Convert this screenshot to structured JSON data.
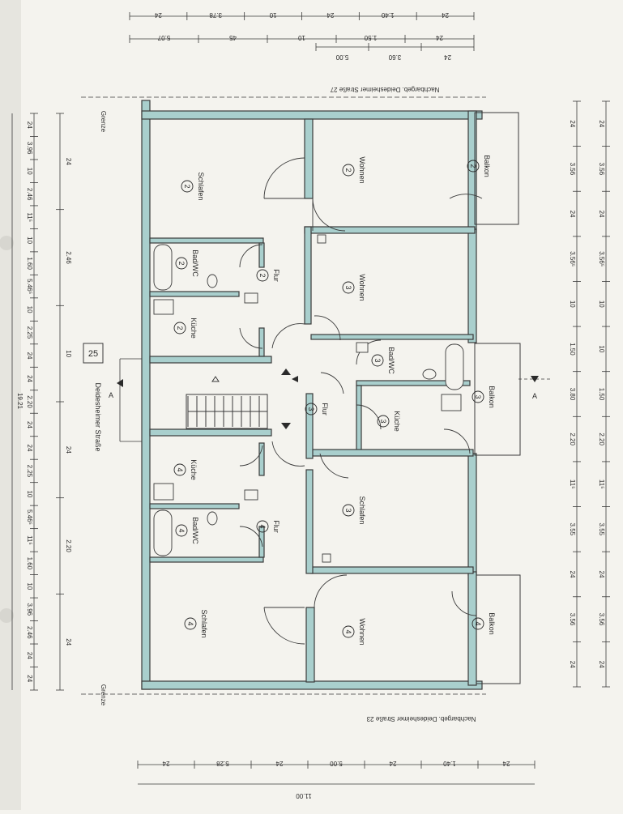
{
  "plan": {
    "sheet_number": "25",
    "street": "Deidesheimer Straße",
    "section_marker": "A",
    "neighbor_top": "Nachbargeb. Deidesheimer Straße 27",
    "neighbor_bottom": "Nachbargeb. Deidesheimer Straße 23",
    "boundary_label": "Grenze",
    "wall_color": "#a9cfcd",
    "paper_color": "#f4f3ee"
  },
  "rooms": [
    {
      "name": "Schlafen",
      "unit": "2"
    },
    {
      "name": "Wohnen",
      "unit": "2"
    },
    {
      "name": "Balkon",
      "unit": "2"
    },
    {
      "name": "Bad/WC",
      "unit": "2"
    },
    {
      "name": "Flur",
      "unit": "2"
    },
    {
      "name": "Wohnen",
      "unit": "3"
    },
    {
      "name": "Küche",
      "unit": "2"
    },
    {
      "name": "Bad/WC",
      "unit": "3"
    },
    {
      "name": "Balkon",
      "unit": "3"
    },
    {
      "name": "Flur",
      "unit": "3"
    },
    {
      "name": "Küche",
      "unit": "3"
    },
    {
      "name": "Küche",
      "unit": "4"
    },
    {
      "name": "Schlafen",
      "unit": "3"
    },
    {
      "name": "Bad/WC",
      "unit": "4"
    },
    {
      "name": "Flur",
      "unit": "4"
    },
    {
      "name": "Schlafen",
      "unit": "4"
    },
    {
      "name": "Wohnen",
      "unit": "4"
    },
    {
      "name": "Balkon",
      "unit": "4"
    }
  ],
  "dimensions": {
    "top_row_1": [
      "24",
      "3.78",
      "10",
      "24",
      "1.40",
      "24"
    ],
    "top_row_2": [
      "5.07",
      "45",
      "10",
      "1.50",
      "24"
    ],
    "top_row_3": [
      "5.00",
      "3.60",
      "24"
    ],
    "left_total": "19.21",
    "left_row_1": [
      "24",
      "3.96",
      "10",
      "2.46",
      "11⁵",
      "10",
      "1.60",
      "5.46⁵",
      "10",
      "2.25",
      "24",
      "24",
      "2.20",
      "24",
      "24",
      "2.25",
      "10",
      "5.46⁵",
      "11⁵",
      "1.60",
      "10",
      "3.96",
      "2.46",
      "24",
      "24"
    ],
    "left_row_2": [
      "24",
      "2.46",
      "10",
      "24",
      "2.20",
      "24"
    ],
    "right_row_1": [
      "24",
      "3.56",
      "24",
      "3.56⁵",
      "10",
      "1.50",
      "3.80",
      "2.20",
      "11⁵",
      "3.55",
      "24",
      "3.56",
      "24"
    ],
    "right_row_2": [
      "24",
      "3.56",
      "24",
      "3.56⁵",
      "10",
      "10",
      "1.50",
      "2.20",
      "11⁵",
      "3.55",
      "24",
      "3.56",
      "24"
    ],
    "bottom_row_1": [
      "24",
      "5.28",
      "24",
      "5.00",
      "24",
      "1.40",
      "24"
    ],
    "bottom_total": "11.00"
  }
}
